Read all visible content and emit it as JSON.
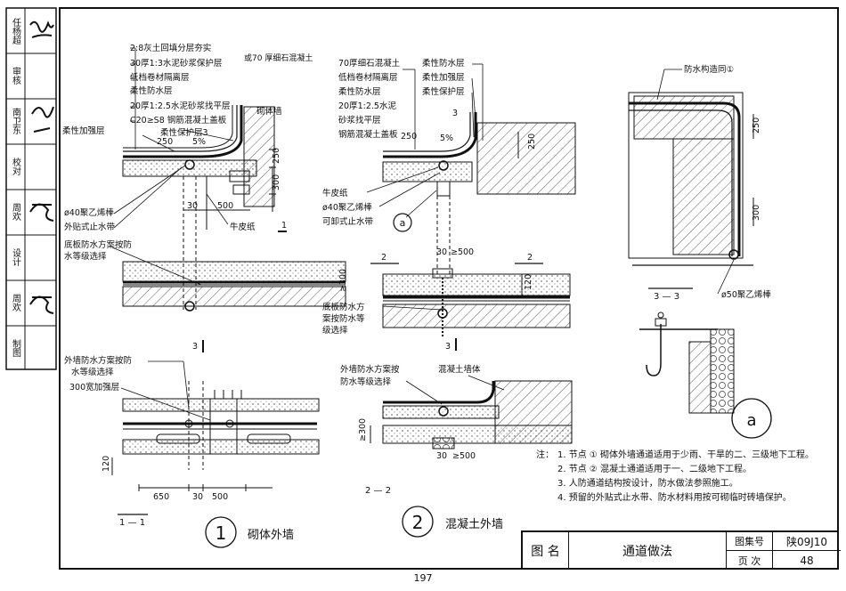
{
  "side_labels": [
    "任杨超",
    "审核",
    "南卫东",
    "校对",
    "周欢",
    "设计",
    "周欢",
    "制图"
  ],
  "detail1": {
    "layers": [
      "2:8灰土回填分层夯实",
      "30厚1:3水泥砂浆保护层",
      "低档卷材隔离层",
      "柔性防水层",
      "20厚1:2.5水泥砂浆找平层",
      "C20≥S8 钢筋混凝土盖板"
    ],
    "layer_alt": "或70 厚细石混凝土",
    "labels": {
      "protect3": "柔性保护层3",
      "reinforce": "柔性加强层",
      "masonry": "砌体墙",
      "rod": "ø40聚乙烯棒",
      "waterstop": "外贴式止水带",
      "kraft": "牛皮纸",
      "floor": "底板防水方案按防",
      "floor2": "水等级选择",
      "outer": "外墙防水方案按防",
      "outer2": "水等级选择",
      "band": "300宽加强层"
    },
    "dims": {
      "d250": "250",
      "d5": "5%",
      "d300": "300",
      "d30": "30",
      "d500": "500",
      "d120": "120",
      "d650": "650",
      "sec1": "1",
      "sec3": "3"
    },
    "section": "1 — 1",
    "circle": "1",
    "caption": "砌体外墙"
  },
  "detail2": {
    "layers": [
      "70厚细石混凝土",
      "低档卷材隔离层",
      "柔性防水层",
      "20厚1:2.5水泥",
      "砂浆找平层",
      "钢筋混凝土盖板"
    ],
    "layers_right": [
      "柔性防水层",
      "柔性加强层",
      "柔性保护层"
    ],
    "labels": {
      "kraft": "牛皮纸",
      "rod": "ø40聚乙烯棒",
      "waterstop": "可卸式止水带",
      "floor": "底板防水方",
      "floor2": "案按防水等",
      "floor3": "级选择",
      "outer": "外墙防水方案按",
      "outer2": "防水等级选择",
      "concrete": "混凝土墙体"
    },
    "dims": {
      "d250": "250",
      "d5": "5%",
      "d300": "≥300",
      "d30": "30",
      "d500": "≥500",
      "d120": "120",
      "d2": "2",
      "d3": "3"
    },
    "callout": "a",
    "section": "2 — 2",
    "circle": "2",
    "caption": "混凝土外墙"
  },
  "detail3": {
    "label_top": "防水构造同①",
    "d250": "250",
    "d300": "300",
    "section": "3 — 3",
    "rod": "ø50聚乙烯棒"
  },
  "detail_a": {
    "circle": "a"
  },
  "notes": {
    "prefix": "注：",
    "items": [
      "1. 节点 ① 砌体外墙通道适用于少雨、干旱的二、三级地下工程。",
      "2. 节点 ② 混凝土通道适用于一、二级地下工程。",
      "3. 人防通道结构按设计，防水做法参照施工。",
      "4. 预留的外贴式止水带、防水材料用按可砌临时砖墙保护。"
    ]
  },
  "title_block": {
    "name_label": "图 名",
    "name": "通道做法",
    "atlas_label": "图集号",
    "atlas": "陕09J10",
    "page_label": "页 次",
    "page": "48"
  },
  "page_number": "197"
}
